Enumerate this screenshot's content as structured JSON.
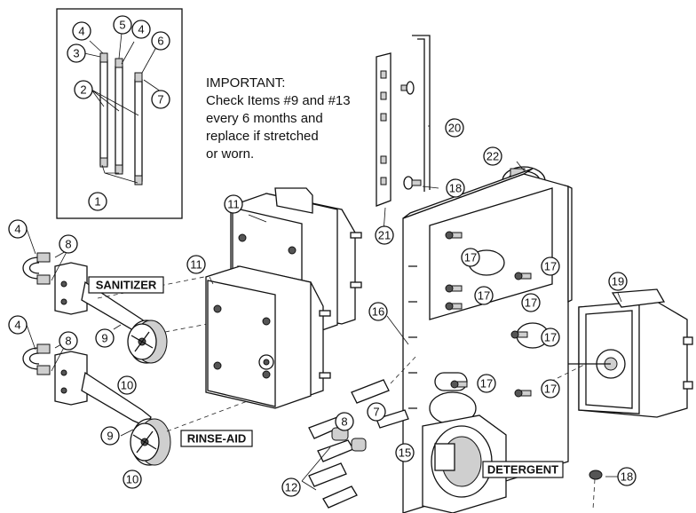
{
  "note": {
    "heading": "IMPORTANT:",
    "lines": [
      "Check Items #9 and #13",
      "every 6 months and",
      "replace if stretched",
      "or worn."
    ]
  },
  "labels": {
    "sanitizer": "SANITIZER",
    "rinse_aid": "RINSE-AID",
    "detergent": "DETERGENT"
  },
  "callouts": {
    "inset_4a": "4",
    "inset_5": "5",
    "inset_4b": "4",
    "inset_3": "3",
    "inset_6": "6",
    "inset_7": "7",
    "inset_2": "2",
    "inset_1": "1",
    "pump_top_4": "4",
    "pump_top_8": "8",
    "pump_top_9": "9",
    "pump_top_10": "10",
    "pump_bot_4": "4",
    "pump_bot_8": "8",
    "pump_bot_9": "9",
    "pump_bot_10": "10",
    "motor_11a": "11",
    "motor_11b": "11",
    "hose_12": "12",
    "fitting_8": "8",
    "fitting_7": "7",
    "part_15": "15",
    "panel_16": "16",
    "screw_17a": "17",
    "screw_17b": "17",
    "screw_17c": "17",
    "screw_17d": "17",
    "screw_17e": "17",
    "screw_17f": "17",
    "screw_17g": "17",
    "screw_18a": "18",
    "screw_18b": "18",
    "motor_19": "19",
    "rod_20": "20",
    "bracket_21": "21",
    "clamp_22": "22"
  }
}
